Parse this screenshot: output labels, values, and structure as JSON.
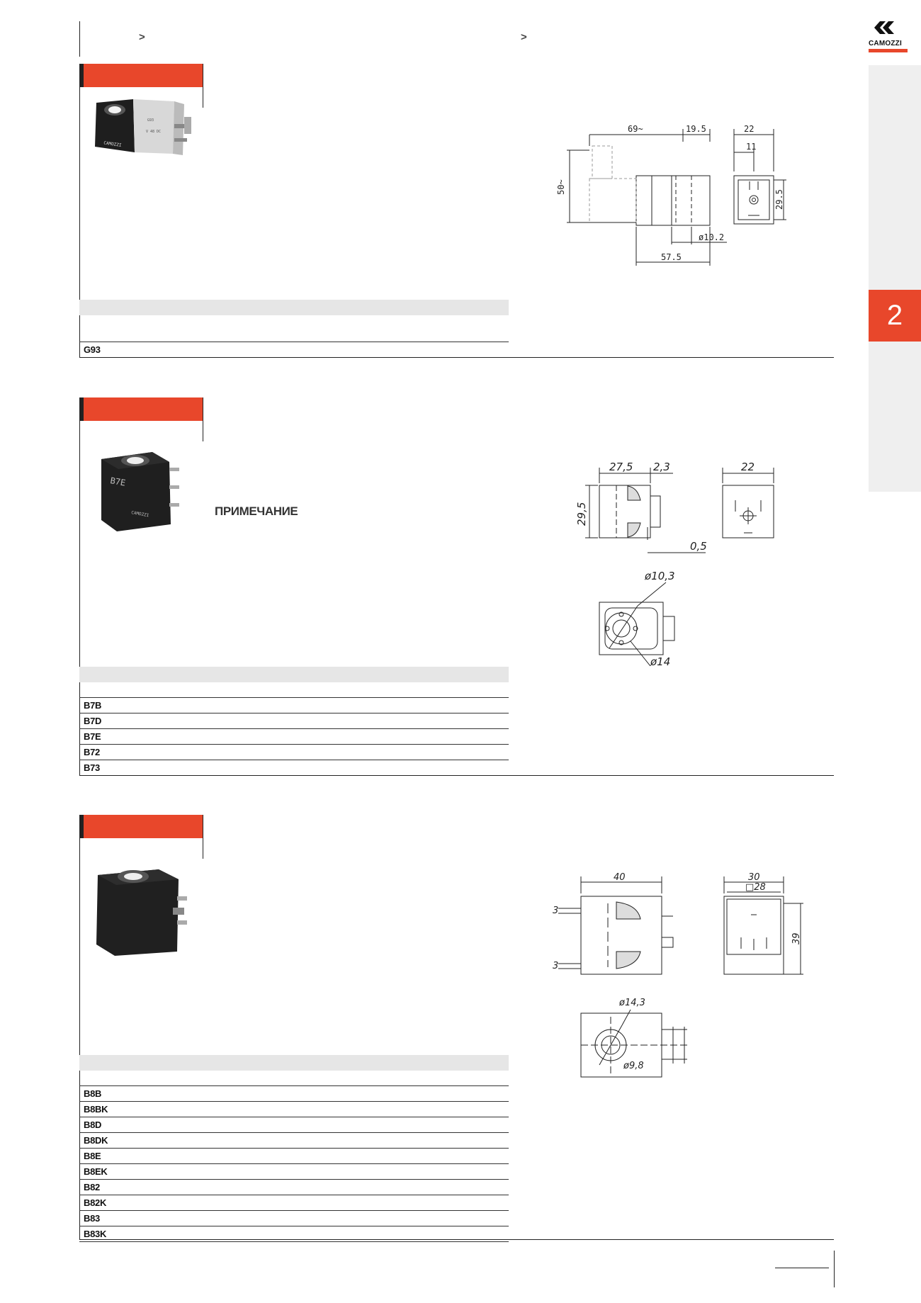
{
  "breadcrumb": {
    "sep_left": ">",
    "sep_right": ">"
  },
  "logo": {
    "text": "CAMOZZI",
    "color": "#e8472b"
  },
  "side_tab": {
    "number": "2",
    "color": "#e8472b"
  },
  "section1": {
    "photo_labels": {
      "model": "G93",
      "voltage": "V 48 DC",
      "brand": "CAMOZZI"
    },
    "rows": [
      "G93"
    ],
    "dims": {
      "d1": "69~",
      "d2": "19.5",
      "d3": "22",
      "d4": "11",
      "d5": "50~",
      "d6": "29.5",
      "d7": "ø10.2",
      "d8": "57.5"
    }
  },
  "section2": {
    "photo_labels": {
      "model": "B7E",
      "brand": "CAMOZZI"
    },
    "note": "ПРИМЕЧАНИЕ",
    "rows": [
      "B7B",
      "B7D",
      "B7E",
      "B72",
      "B73"
    ],
    "dims": {
      "d1": "27,5",
      "d2": "2,3",
      "d3": "22",
      "d4": "29,5",
      "d5": "0,5",
      "d6": "ø10,3",
      "d7": "ø14"
    }
  },
  "section3": {
    "rows": [
      "B8B",
      "B8BK",
      "B8D",
      "B8DK",
      "B8E",
      "B8EK",
      "B82",
      "B82K",
      "B83",
      "B83K"
    ],
    "dims": {
      "d1": "40",
      "d2": "30",
      "d3": "□28",
      "d4": "3",
      "d5": "3",
      "d6": "39",
      "d7": "ø14,3",
      "d8": "ø9,8"
    }
  }
}
